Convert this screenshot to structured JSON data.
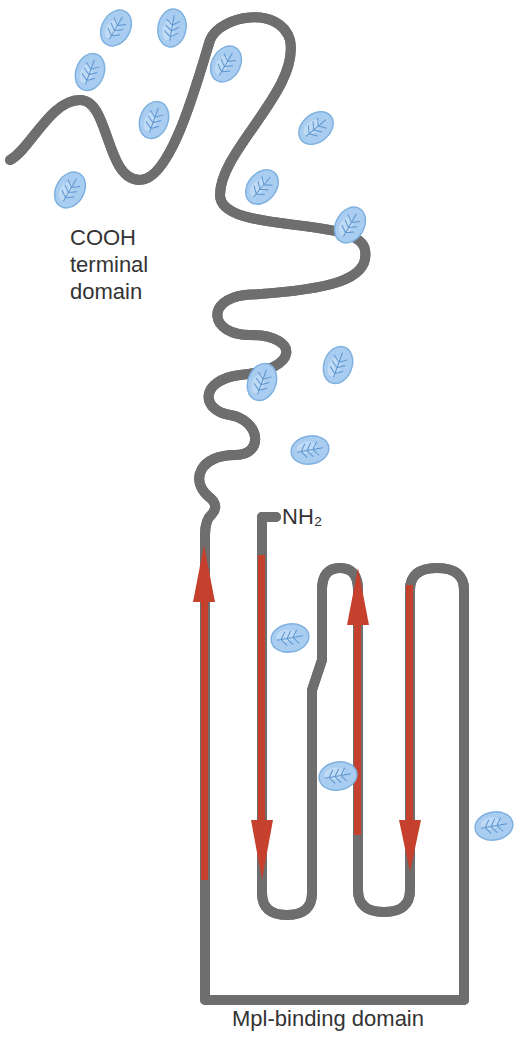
{
  "diagram": {
    "labels": [
      "COOH terminal domain",
      "NH₂",
      "Mpl-binding domain"
    ]
  }
}
